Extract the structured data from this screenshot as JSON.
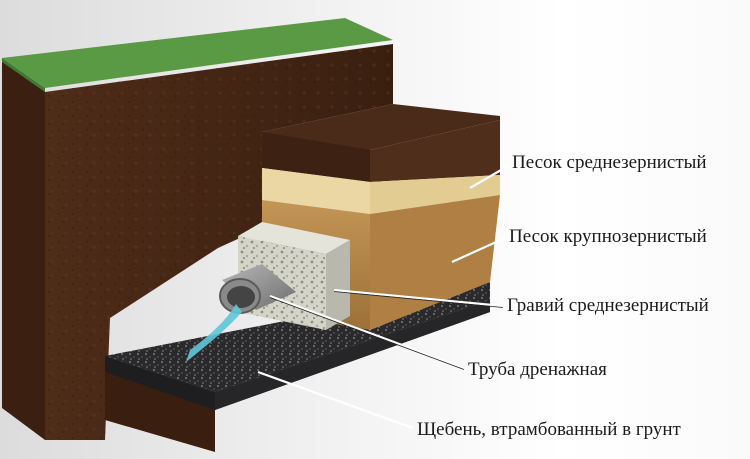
{
  "labels": {
    "sand_medium": "Песок среднезернистый",
    "sand_coarse": "Песок крупнозернистый",
    "gravel_medium": "Гравий среднезернистый",
    "drain_pipe": "Труба дренажная",
    "crushed_stone": "Щебень, втрамбованный в грунт"
  },
  "colors": {
    "grass": "#5a9a45",
    "soil": "#4a2a18",
    "sand_medium": "#e8d4a0",
    "sand_coarse": "#b08448",
    "gravel": "#cfcfc4",
    "crushed_stone": "#2a2a2c",
    "water": "#5fc6d8",
    "pipe": "#9a9a9a"
  }
}
